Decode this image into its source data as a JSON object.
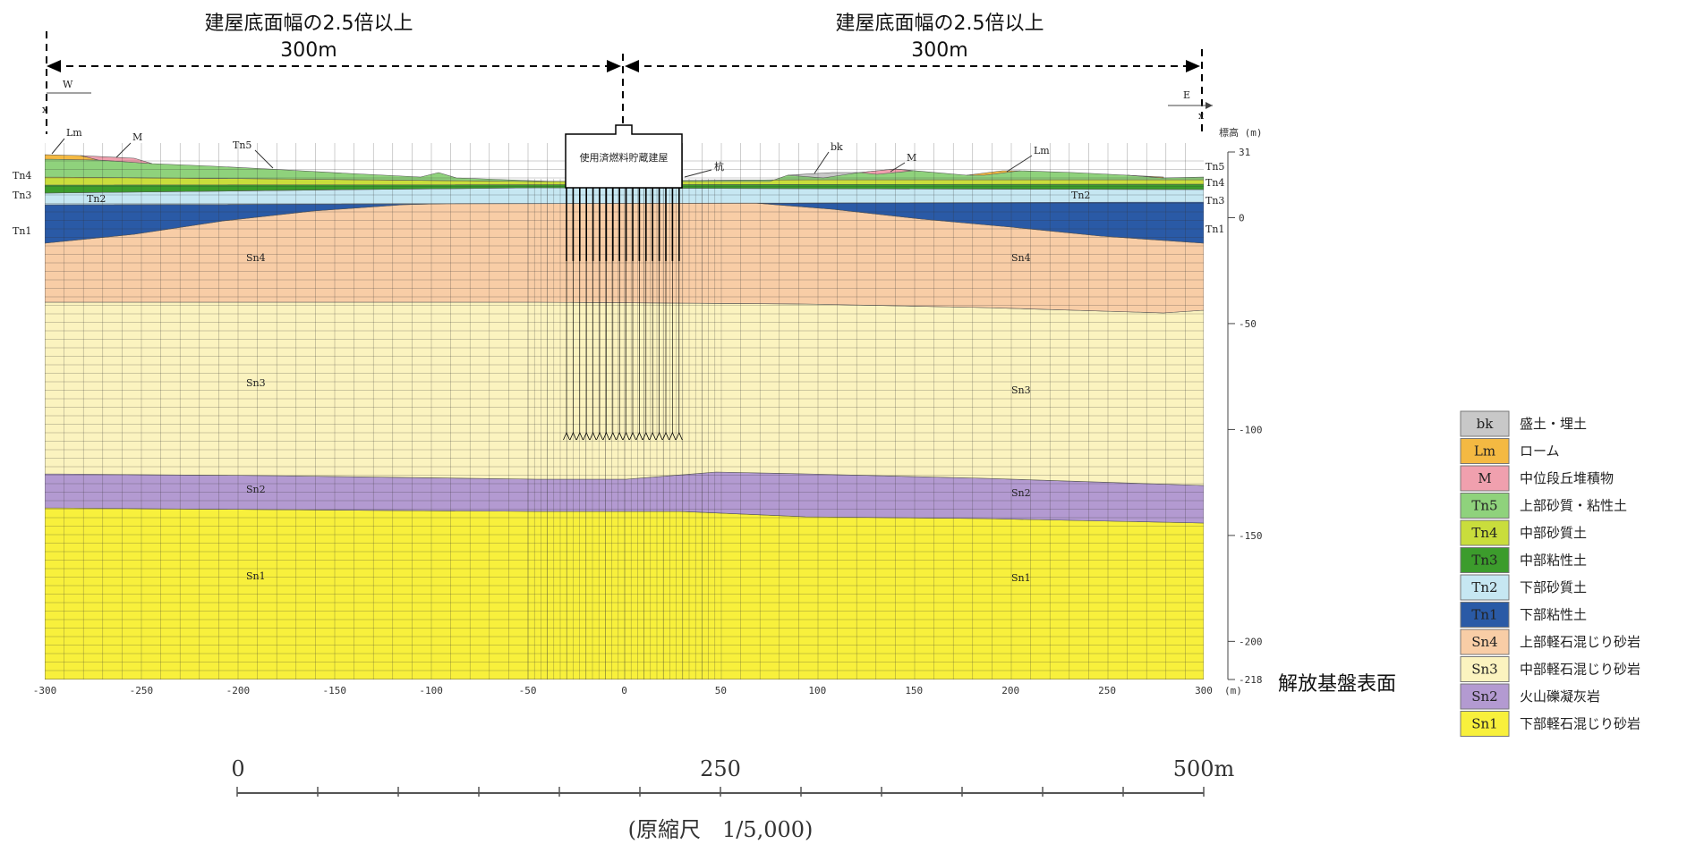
{
  "annotations": {
    "left_top": "建屋底面幅の2.5倍以上",
    "left_bottom": "300m",
    "right_top": "建屋底面幅の2.5倍以上",
    "right_bottom": "300m",
    "bedrock_surface": "解放基盤表面",
    "west": "W",
    "east": "E",
    "x_left": "x",
    "x_right": "x"
  },
  "building": {
    "label": "使用済燃料貯蔵建屋",
    "pile_label": "杭"
  },
  "section_labels": {
    "lm_left": "Lm",
    "m_left": "M",
    "tn5_left": "Tn5",
    "tn4_left": "Tn4",
    "tn3_left": "Tn3",
    "tn2_left": "Tn2",
    "tn1_left": "Tn1",
    "bk_right": "bk",
    "m_right": "M",
    "lm_right": "Lm",
    "tn5_right": "Tn5",
    "tn4_right": "Tn4",
    "tn3_right": "Tn3",
    "tn2_right": "Tn2",
    "tn1_right": "Tn1",
    "sn4_left": "Sn4",
    "sn3_left": "Sn3",
    "sn2_left": "Sn2",
    "sn1_left": "Sn1",
    "sn4_right": "Sn4",
    "sn3_right": "Sn3",
    "sn2_right": "Sn2",
    "sn1_right": "Sn1"
  },
  "elevation_axis": {
    "title": "標高 (m)",
    "ticks": [
      31,
      0,
      -50,
      -100,
      -150,
      -200,
      -218
    ],
    "range": [
      -218,
      31
    ]
  },
  "x_axis": {
    "unit": "(m)",
    "ticks": [
      -300,
      -250,
      -200,
      -150,
      -100,
      -50,
      0,
      50,
      100,
      150,
      200,
      250,
      300
    ],
    "range": [
      -300,
      300
    ]
  },
  "scale_bar": {
    "start": "0",
    "mid": "250",
    "end": "500m",
    "caption": "(原縮尺　1/5,000)"
  },
  "legend": [
    {
      "code": "bk",
      "name": "盛土・埋土",
      "color": "#c8c8c8"
    },
    {
      "code": "Lm",
      "name": "ローム",
      "color": "#f4b942"
    },
    {
      "code": "M",
      "name": "中位段丘堆積物",
      "color": "#f0a0ae"
    },
    {
      "code": "Tn5",
      "name": "上部砂質・粘性土",
      "color": "#8fd27c"
    },
    {
      "code": "Tn4",
      "name": "中部砂質土",
      "color": "#c9dd3c"
    },
    {
      "code": "Tn3",
      "name": "中部粘性土",
      "color": "#3c9c2c"
    },
    {
      "code": "Tn2",
      "name": "下部砂質土",
      "color": "#c6e7f2"
    },
    {
      "code": "Tn1",
      "name": "下部粘性土",
      "color": "#2a5aa6"
    },
    {
      "code": "Sn4",
      "name": "上部軽石混じり砂岩",
      "color": "#f8cda6"
    },
    {
      "code": "Sn3",
      "name": "中部軽石混じり砂岩",
      "color": "#fbf3bf"
    },
    {
      "code": "Sn2",
      "name": "火山礫凝灰岩",
      "color": "#b39ad1"
    },
    {
      "code": "Sn1",
      "name": "下部軽石混じり砂岩",
      "color": "#f8f03c"
    }
  ],
  "colors": {
    "grid": "#333333"
  }
}
